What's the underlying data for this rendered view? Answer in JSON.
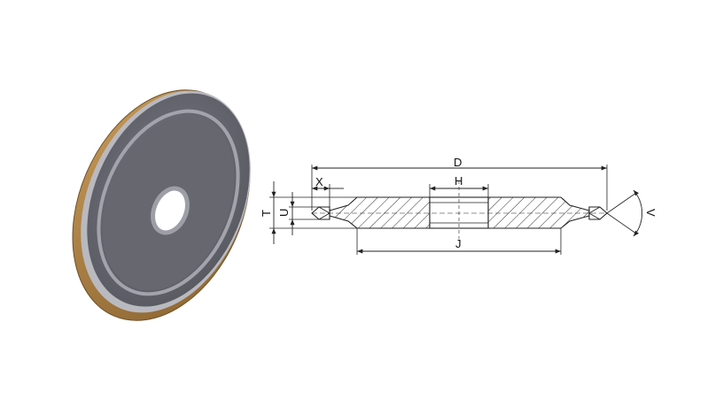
{
  "colors": {
    "wheel_body": "#5f6068",
    "wheel_highlight": "#9c9da6",
    "wheel_rim": "#b58a4a",
    "wheel_rim_dark": "#8a6330",
    "line": "#222222",
    "hatch": "#333333"
  },
  "labels": {
    "D": "D",
    "X": "X",
    "H": "H",
    "T": "T",
    "U": "U",
    "J": "J",
    "V": "V"
  }
}
